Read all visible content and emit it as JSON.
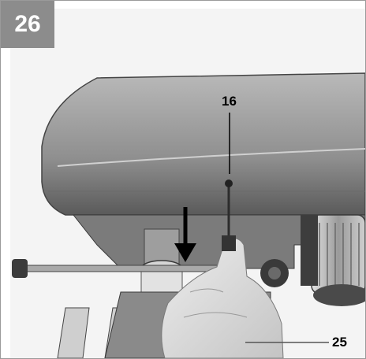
{
  "figure": {
    "number": "26",
    "callouts": {
      "part_16": "16",
      "part_25": "25"
    }
  },
  "colors": {
    "badge": "#8c8c8c",
    "photo_bg": "#f2f2f2"
  }
}
